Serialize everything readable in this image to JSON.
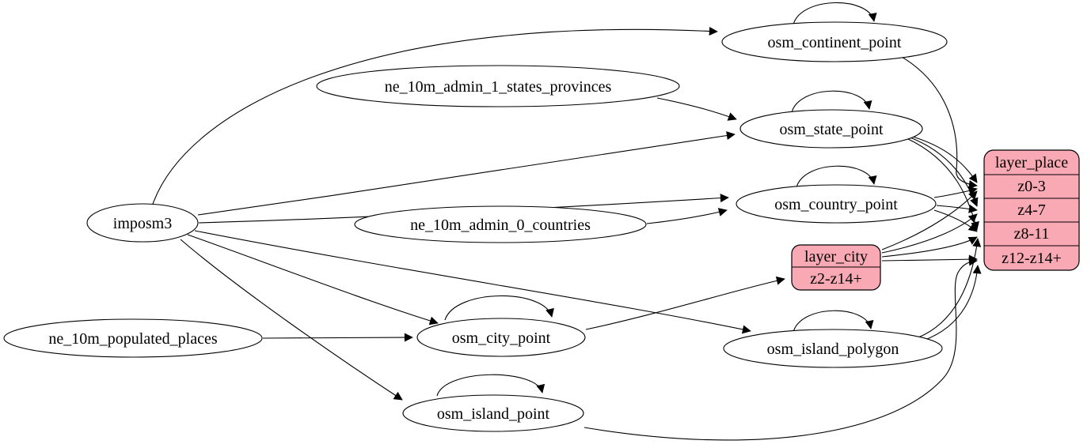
{
  "diagram": {
    "kind": "etl-graph",
    "colors": {
      "background": "#ffffff",
      "node_fill": "#ffffff",
      "node_stroke": "#000000",
      "record_fill": "#f9a9b4",
      "edge": "#000000"
    }
  },
  "nodes": {
    "imposm3": {
      "label": "imposm3"
    },
    "ne_10m_admin_1_states_provinces": {
      "label": "ne_10m_admin_1_states_provinces"
    },
    "ne_10m_admin_0_countries": {
      "label": "ne_10m_admin_0_countries"
    },
    "ne_10m_populated_places": {
      "label": "ne_10m_populated_places"
    },
    "osm_continent_point": {
      "label": "osm_continent_point"
    },
    "osm_state_point": {
      "label": "osm_state_point"
    },
    "osm_country_point": {
      "label": "osm_country_point"
    },
    "osm_city_point": {
      "label": "osm_city_point"
    },
    "osm_island_polygon": {
      "label": "osm_island_polygon"
    },
    "osm_island_point": {
      "label": "osm_island_point"
    }
  },
  "records": {
    "layer_city": {
      "title": "layer_city",
      "rows": [
        "z2-z14+"
      ]
    },
    "layer_place": {
      "title": "layer_place",
      "rows": [
        "z0-3",
        "z4-7",
        "z8-11",
        "z12-z14+"
      ]
    }
  },
  "edges": [
    {
      "from": "imposm3",
      "to": "osm_continent_point"
    },
    {
      "from": "imposm3",
      "to": "osm_state_point"
    },
    {
      "from": "imposm3",
      "to": "osm_country_point"
    },
    {
      "from": "imposm3",
      "to": "osm_city_point"
    },
    {
      "from": "imposm3",
      "to": "osm_island_polygon"
    },
    {
      "from": "imposm3",
      "to": "osm_island_point"
    },
    {
      "from": "ne_10m_admin_1_states_provinces",
      "to": "osm_state_point"
    },
    {
      "from": "ne_10m_admin_0_countries",
      "to": "osm_country_point"
    },
    {
      "from": "ne_10m_populated_places",
      "to": "osm_city_point"
    },
    {
      "from": "osm_continent_point",
      "to": "osm_continent_point"
    },
    {
      "from": "osm_state_point",
      "to": "osm_state_point"
    },
    {
      "from": "osm_country_point",
      "to": "osm_country_point"
    },
    {
      "from": "osm_city_point",
      "to": "osm_city_point"
    },
    {
      "from": "osm_island_polygon",
      "to": "osm_island_polygon"
    },
    {
      "from": "osm_island_point",
      "to": "osm_island_point"
    },
    {
      "from": "osm_continent_point",
      "to": "layer_place:z0-3"
    },
    {
      "from": "osm_state_point",
      "to": "layer_place:z0-3"
    },
    {
      "from": "osm_state_point",
      "to": "layer_place:z4-7"
    },
    {
      "from": "osm_state_point",
      "to": "layer_place:z8-11"
    },
    {
      "from": "osm_country_point",
      "to": "layer_place:z0-3"
    },
    {
      "from": "osm_country_point",
      "to": "layer_place:z4-7"
    },
    {
      "from": "osm_country_point",
      "to": "layer_place:z8-11"
    },
    {
      "from": "osm_city_point",
      "to": "layer_city:z2-z14+"
    },
    {
      "from": "layer_city",
      "to": "layer_place:z0-3"
    },
    {
      "from": "layer_city",
      "to": "layer_place:z4-7"
    },
    {
      "from": "layer_city",
      "to": "layer_place:z8-11"
    },
    {
      "from": "layer_city",
      "to": "layer_place:z12-z14+"
    },
    {
      "from": "osm_island_polygon",
      "to": "layer_place:z8-11"
    },
    {
      "from": "osm_island_polygon",
      "to": "layer_place:z12-z14+"
    },
    {
      "from": "osm_island_point",
      "to": "layer_place:z12-z14+"
    }
  ]
}
